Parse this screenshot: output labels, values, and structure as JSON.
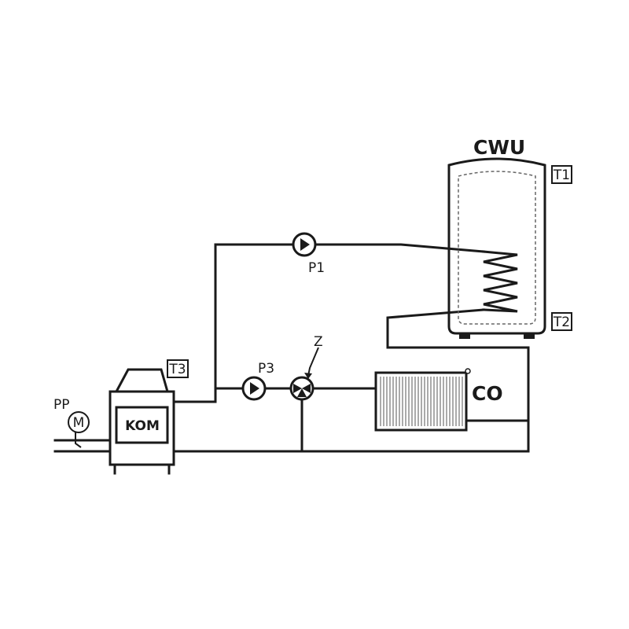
{
  "labels": {
    "tank": "CWU",
    "radiator": "CO",
    "boiler": "KOM",
    "pump_p1": "P1",
    "pump_p3": "P3",
    "valve_z": "Z",
    "mixer_pp": "PP",
    "motor_m": "M",
    "sensor_t1": "T1",
    "sensor_t2": "T2",
    "sensor_t3": "T3"
  }
}
